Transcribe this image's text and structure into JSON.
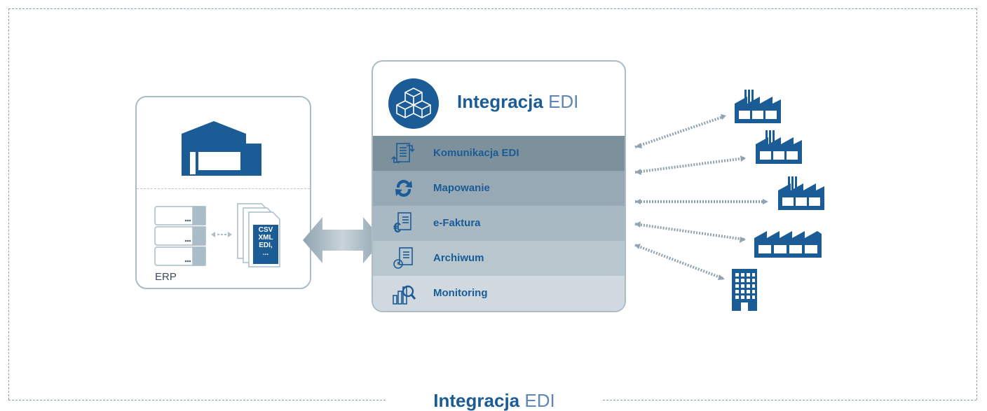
{
  "footer": {
    "title_bold": "Integracja",
    "title_light": "EDI"
  },
  "left_panel": {
    "erp_label": "ERP",
    "document_lines": [
      "CSV",
      "XML",
      "EDI,",
      "..."
    ]
  },
  "center_panel": {
    "title_bold": "Integracja",
    "title_light": "EDI",
    "modules": [
      {
        "label": "Komunikacja EDI",
        "icon": "document-exchange-icon"
      },
      {
        "label": "Mapowanie",
        "icon": "sync-arrows-icon"
      },
      {
        "label": "e-Faktura",
        "icon": "euro-document-icon"
      },
      {
        "label": "Archiwum",
        "icon": "archive-document-icon"
      },
      {
        "label": "Monitoring",
        "icon": "chart-magnifier-icon"
      }
    ]
  },
  "partners": [
    "factory-icon",
    "factory-icon",
    "factory-icon",
    "factory-icon",
    "office-building-icon"
  ],
  "colors": {
    "brand_blue": "#1b5b96",
    "light_blue": "#5e87b5",
    "panel_border": "#a9bcc8",
    "row_1": "#7d919c",
    "row_2": "#97a9b4",
    "row_3": "#a9b9c3",
    "row_4": "#b8c6ce",
    "row_5": "#cfd9df"
  }
}
